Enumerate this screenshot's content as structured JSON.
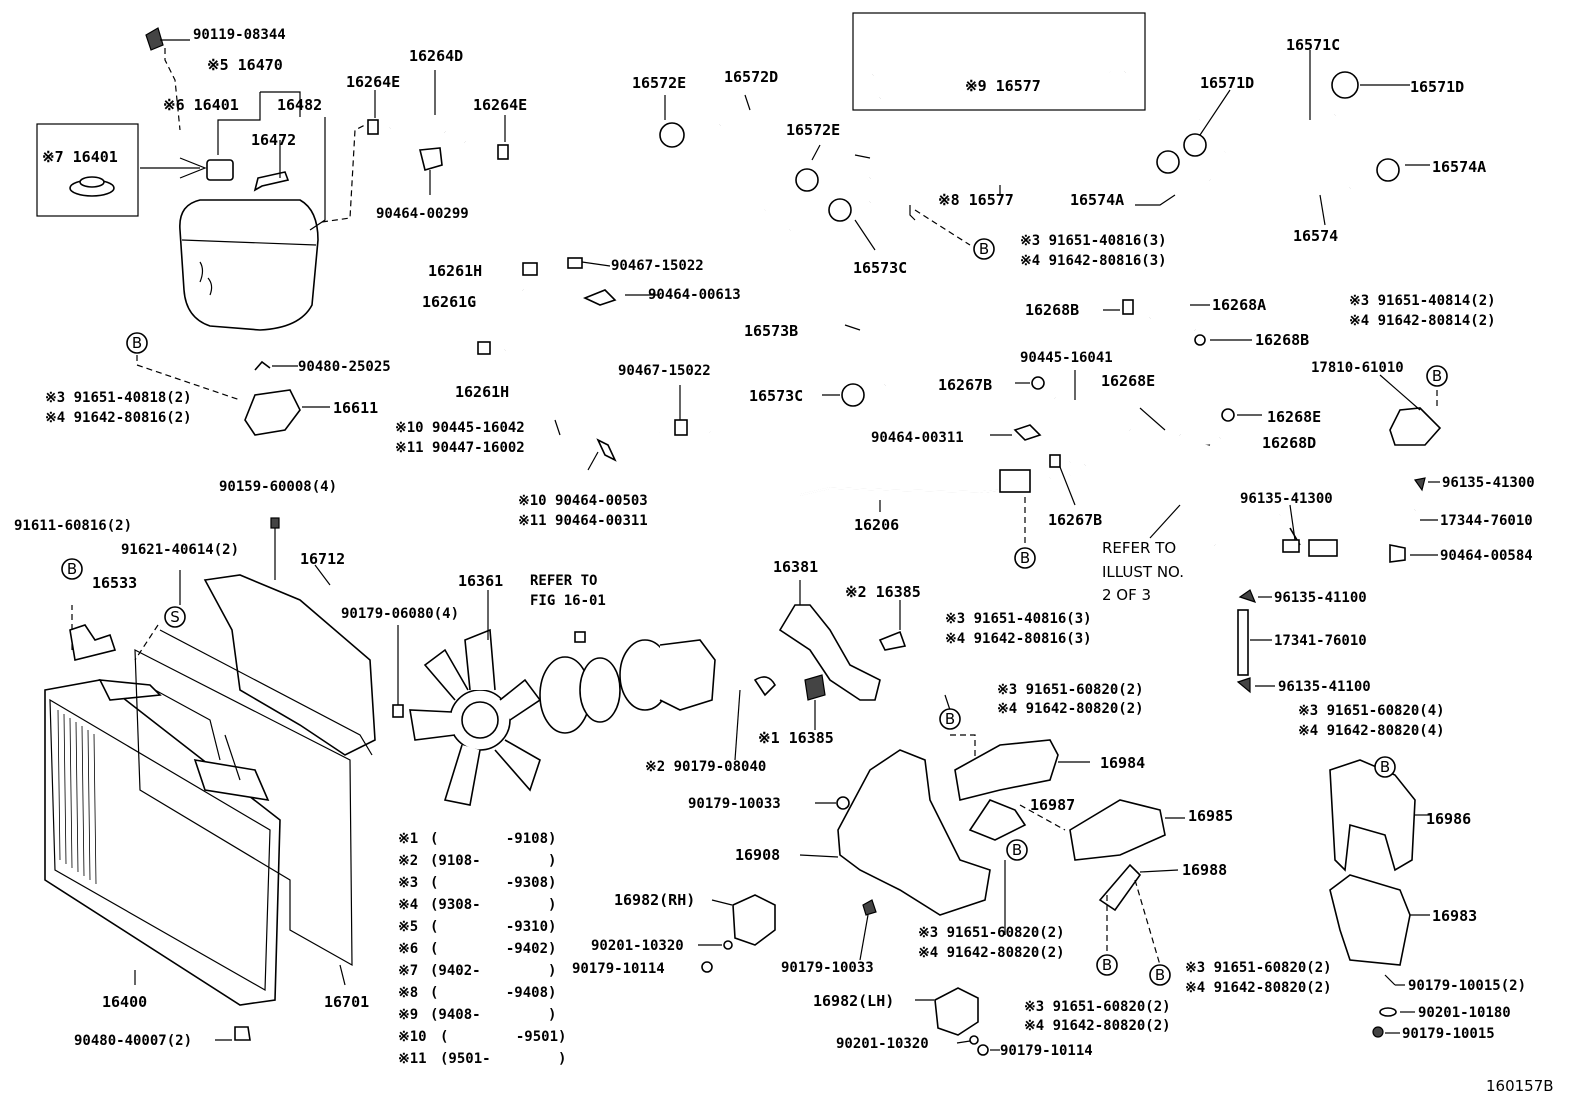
{
  "labels": {
    "p_90119_08344": "90119-08344",
    "p_16470": "※5 16470",
    "p_16401_6": "※6 16401",
    "p_16482": "16482",
    "p_16472": "16472",
    "p_16401_7": "※7 16401",
    "p_16264D": "16264D",
    "p_16264E_a": "16264E",
    "p_16264E_b": "16264E",
    "p_90464_00299": "90464-00299",
    "p_16577_box": "※9 16577",
    "p_16572E_a": "16572E",
    "p_16572D": "16572D",
    "p_16572E_b": "16572E",
    "p_16571C": "16571C",
    "p_16571D_a": "16571D",
    "p_16571D_b": "16571D",
    "p_16574A_a": "16574A",
    "p_16574A_b": "16574A",
    "p_16577": "※8 16577",
    "p_16574": "16574",
    "p_16573C_a": "16573C",
    "p_16573B": "16573B",
    "p_16573C_b": "16573C",
    "p_b_40816_a1": "※3 91651-40816(3)",
    "p_b_40816_a2": "※4 91642-80816(3)",
    "p_16261H_a": "16261H",
    "p_16261G": "16261G",
    "p_16261H_b": "16261H",
    "p_90467_15022_a": "90467-15022",
    "p_90464_00613": "90464-00613",
    "p_90467_15022_b": "90467-15022",
    "p_90445_16042": "※10 90445-16042",
    "p_90447_16002": "※11 90447-16002",
    "p_90464_00503": "※10 90464-00503",
    "p_90464_00311_a": "※11 90464-00311",
    "p_90480_25025": "90480-25025",
    "p_b_40818_1": "※3 91651-40818(2)",
    "p_b_40818_2": "※4 91642-80816(2)",
    "p_16611": "16611",
    "p_16268B_a": "16268B",
    "p_16268A": "16268A",
    "p_16268B_b": "16268B",
    "p_90445_16041": "90445-16041",
    "p_16267B_a": "16267B",
    "p_16268E_a": "16268E",
    "p_16268E_b": "16268E",
    "p_90464_00311_b": "90464-00311",
    "p_16268D": "16268D",
    "p_16206": "16206",
    "p_16267B_b": "16267B",
    "p_refer_1": "REFER TO",
    "p_refer_2": "ILLUST NO.",
    "p_refer_3": "2 OF 3",
    "p_b_40814_1": "※3 91651-40814(2)",
    "p_b_40814_2": "※4 91642-80814(2)",
    "p_17810_61010": "17810-61010",
    "p_96135_41300_a": "96135-41300",
    "p_96135_41300_b": "96135-41300",
    "p_17344_76010": "17344-76010",
    "p_90464_00584": "90464-00584",
    "p_96135_41100_a": "96135-41100",
    "p_17341_76010": "17341-76010",
    "p_96135_41100_b": "96135-41100",
    "p_90159_60008": "90159-60008(4)",
    "p_91611_60816": "91611-60816(2)",
    "p_91621_40614": "91621-40614(2)",
    "p_16533": "16533",
    "p_16712": "16712",
    "p_16361": "16361",
    "p_refer_fig_1": "REFER TO",
    "p_refer_fig_2": "FIG 16-01",
    "p_90179_06080": "90179-06080(4)",
    "p_16381": "16381",
    "p_16385_2": "※2 16385",
    "p_16385_1": "※1 16385",
    "p_90179_08040": "※2 90179-08040",
    "p_b_40816_c1": "※3 91651-40816(3)",
    "p_b_40816_c2": "※4 91642-80816(3)",
    "p_b_60820_a1": "※3 91651-60820(2)",
    "p_b_60820_a2": "※4 91642-80820(2)",
    "p_16984": "16984",
    "p_90179_10033_a": "90179-10033",
    "p_16987": "16987",
    "p_16985": "16985",
    "p_16908": "16908",
    "p_16988": "16988",
    "p_b_60820_b1": "※3 91651-60820(4)",
    "p_b_60820_b2": "※4 91642-80820(4)",
    "p_16986": "16986",
    "p_16983": "16983",
    "p_16982RH": "16982(RH)",
    "p_90201_10320_a": "90201-10320",
    "p_90179_10114_a": "90179-10114",
    "p_90179_10033_b": "90179-10033",
    "p_b_60820_c1": "※3 91651-60820(2)",
    "p_b_60820_c2": "※4 91642-80820(2)",
    "p_b_60820_d1": "※3 91651-60820(2)",
    "p_b_60820_d2": "※4 91642-80820(2)",
    "p_b_60820_e1": "※3 91651-60820(2)",
    "p_b_60820_e2": "※4 91642-80820(2)",
    "p_16982LH": "16982(LH)",
    "p_90201_10320_b": "90201-10320",
    "p_90179_10114_b": "90179-10114",
    "p_90179_10015_a": "90179-10015(2)",
    "p_90201_10180": "90201-10180",
    "p_90179_10015_b": "90179-10015",
    "p_16400": "16400",
    "p_16701": "16701",
    "p_90480_40007": "90480-40007(2)",
    "p_fig_id": "160157B"
  },
  "callouts": {
    "b": "B",
    "s": "S"
  },
  "legend": [
    {
      "mark": "※1",
      "range": "(        -9108)"
    },
    {
      "mark": "※2",
      "range": "(9108-        )"
    },
    {
      "mark": "※3",
      "range": "(        -9308)"
    },
    {
      "mark": "※4",
      "range": "(9308-        )"
    },
    {
      "mark": "※5",
      "range": "(        -9310)"
    },
    {
      "mark": "※6",
      "range": "(        -9402)"
    },
    {
      "mark": "※7",
      "range": "(9402-        )"
    },
    {
      "mark": "※8",
      "range": "(        -9408)"
    },
    {
      "mark": "※9",
      "range": "(9408-        )"
    },
    {
      "mark": "※10",
      "range": "(        -9501)"
    },
    {
      "mark": "※11",
      "range": "(9501-        )"
    }
  ]
}
